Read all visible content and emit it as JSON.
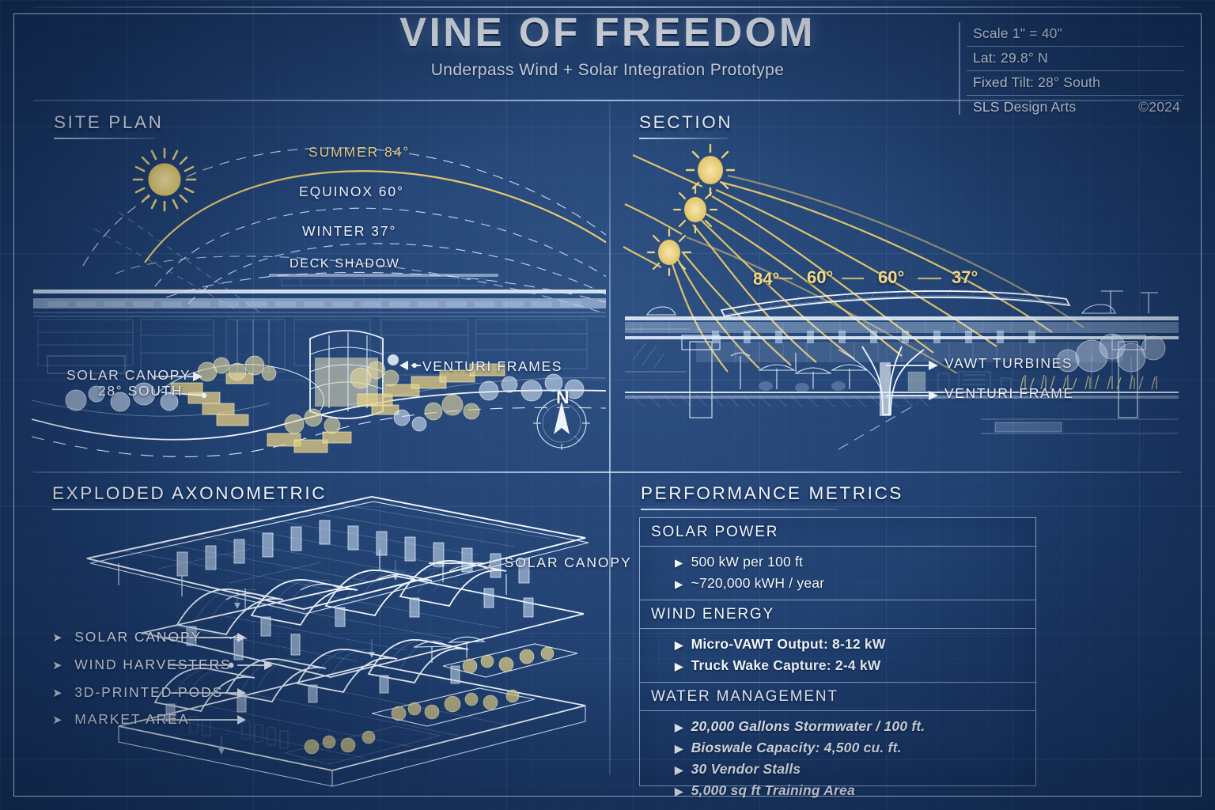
{
  "header": {
    "title": "VINE OF FREEDOM",
    "subtitle": "Underpass Wind + Solar Integration Prototype"
  },
  "meta": {
    "scale": "Scale  1\" = 40\"",
    "latitude": "Lat: 29.8° N",
    "tilt": "Fixed Tilt: 28° South",
    "studio": "SLS Design Arts",
    "copyright": "©2024"
  },
  "site_plan": {
    "title": "SITE PLAN",
    "sun_paths": [
      {
        "label": "SUMMER 84°",
        "color": "#e8c96d"
      },
      {
        "label": "EQUINOX 60°",
        "color": "#ffffff"
      },
      {
        "label": "WINTER 37°",
        "color": "#ffffff"
      },
      {
        "label": "DECK SHADOW",
        "color": "#ffffff"
      }
    ],
    "callouts": [
      {
        "label": "SOLAR CANOPY"
      },
      {
        "label": "28° SOUTH"
      },
      {
        "label": "VENTURI FRAMES"
      }
    ],
    "compass": {
      "label": "N",
      "icon": "compass-rose-icon"
    }
  },
  "section": {
    "title": "SECTION",
    "sun_angles": [
      "84°",
      "60°",
      "60°",
      "37°"
    ],
    "callouts": [
      {
        "label": "VAWT TURBINES"
      },
      {
        "label": "VENTURI FRAME"
      }
    ]
  },
  "axonometric": {
    "title": "EXPLODED AXONOMETRIC",
    "left_labels": [
      {
        "label": "SOLAR CANOPY"
      },
      {
        "label": "WIND HARVESTERS"
      },
      {
        "label": "3D-PRINTED PODS"
      },
      {
        "label": "MARKET AREA"
      }
    ],
    "right_label": {
      "label": "SOLAR CANOPY",
      "icon": "down-arrow-icon"
    }
  },
  "metrics": {
    "title": "PERFORMANCE METRICS",
    "groups": [
      {
        "heading": "SOLAR POWER",
        "items": [
          "500 kW per 100 ft",
          "~720,000 kWH / year"
        ]
      },
      {
        "heading": "WIND ENERGY",
        "items": [
          "Micro-VAWT Output:  8-12 kW",
          "Truck Wake Capture:  2-4 kW"
        ]
      },
      {
        "heading": "WATER MANAGEMENT",
        "items": [
          "20,000 Gallons Stormwater / 100 ft.",
          "Bioswale Capacity:  4,500 cu. ft.",
          "30 Vendor Stalls",
          "5,000 sq ft Training Area"
        ]
      }
    ],
    "bullet_glyph": "▶"
  },
  "colors": {
    "paper": "#1b3a69",
    "ink": "#e8eef8",
    "accent_gold": "#e8c96d"
  }
}
